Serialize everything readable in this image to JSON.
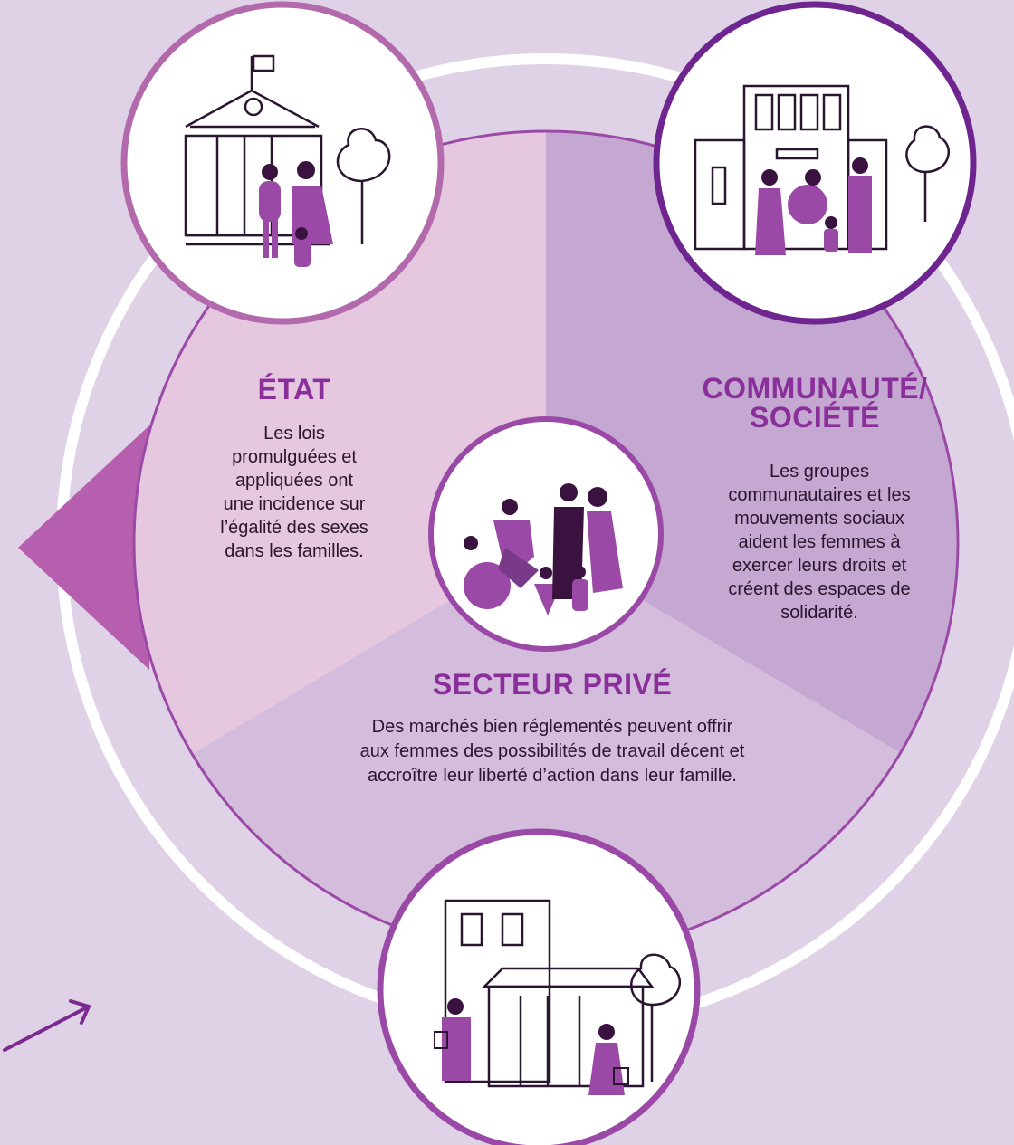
{
  "colors": {
    "background": "#e0d2e6",
    "etat_sector": "#e5c8e0",
    "communaute_sector": "#c4a8d2",
    "prive_sector": "#d4bcdc",
    "ring": "#ffffff",
    "accent": "#8a2e9a",
    "icon_stroke": "#2a1530",
    "figure_fill": "#9a4aa6",
    "figure_dark": "#3a1240"
  },
  "sectors": {
    "etat": {
      "title": "ÉTAT",
      "lines": [
        "Les lois",
        "promulguées et",
        "appliquées ont",
        "une incidence sur",
        "l’égalité des sexes",
        "dans les familles."
      ]
    },
    "communaute": {
      "title_lines": [
        "COMMUNAUTÉ/",
        "SOCIÉTÉ"
      ],
      "lines": [
        "Les groupes",
        "communautaires et les",
        "mouvements sociaux",
        "aident les femmes à",
        "exercer leurs droits et",
        "créent des espaces de",
        "solidarité."
      ]
    },
    "prive": {
      "title": "SECTEUR PRIVÉ",
      "lines": [
        "Des marchés bien réglementés peuvent offrir",
        "aux femmes des possibilités de travail décent et",
        "accroître leur liberté d’action dans leur famille."
      ]
    }
  },
  "icons": {
    "etat": "government-building-icon",
    "communaute": "community-building-icon",
    "prive": "shop-building-icon",
    "center": "women-group-icon",
    "arrow": "arrow-up-right-icon"
  }
}
